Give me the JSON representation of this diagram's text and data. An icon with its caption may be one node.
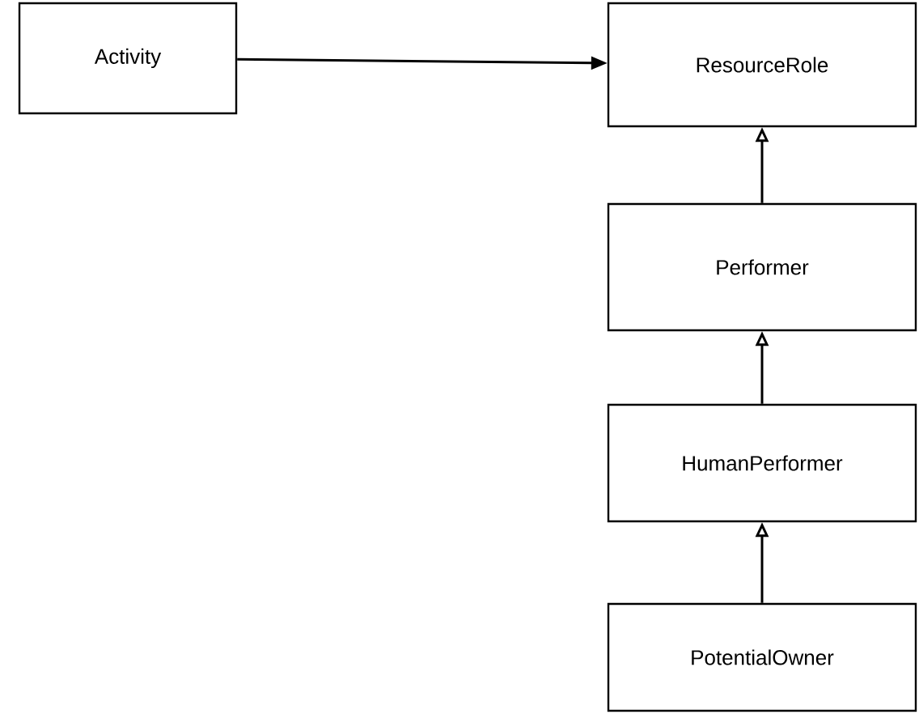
{
  "diagram": {
    "nodes": [
      {
        "text": [
          "Activity"
        ]
      },
      {
        "text": [
          "ResourceRole"
        ]
      },
      {
        "text": [
          "Performer"
        ]
      },
      {
        "text": [
          "HumanPerformer"
        ]
      },
      {
        "text": [
          "PotentialOwner"
        ]
      }
    ],
    "edges": [
      {
        "from": 0,
        "to": 1,
        "arrow": "to"
      },
      {
        "from": 2,
        "to": 1,
        "arrow": "to"
      },
      {
        "from": 3,
        "to": 2,
        "arrow": "to"
      },
      {
        "from": 4,
        "to": 3,
        "arrow": "to"
      }
    ]
  }
}
